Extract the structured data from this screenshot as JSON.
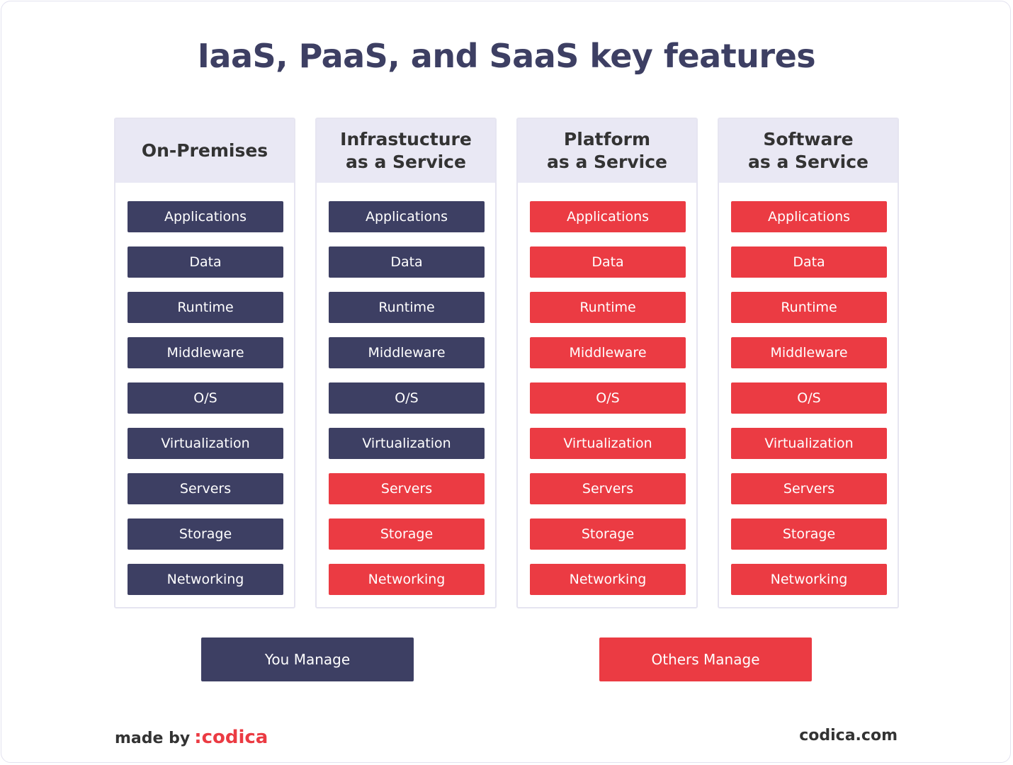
{
  "title": "IaaS, PaaS, and SaaS key features",
  "colors": {
    "you_manage": "#3d3f63",
    "others_manage": "#eb3b43"
  },
  "columns": [
    {
      "name": "On-Premises",
      "items": [
        {
          "label": "Applications",
          "managed_by": "you"
        },
        {
          "label": "Data",
          "managed_by": "you"
        },
        {
          "label": "Runtime",
          "managed_by": "you"
        },
        {
          "label": "Middleware",
          "managed_by": "you"
        },
        {
          "label": "O/S",
          "managed_by": "you"
        },
        {
          "label": "Virtualization",
          "managed_by": "you"
        },
        {
          "label": "Servers",
          "managed_by": "you"
        },
        {
          "label": "Storage",
          "managed_by": "you"
        },
        {
          "label": "Networking",
          "managed_by": "you"
        }
      ]
    },
    {
      "name": "Infrastucture\nas a Service",
      "items": [
        {
          "label": "Applications",
          "managed_by": "you"
        },
        {
          "label": "Data",
          "managed_by": "you"
        },
        {
          "label": "Runtime",
          "managed_by": "you"
        },
        {
          "label": "Middleware",
          "managed_by": "you"
        },
        {
          "label": "O/S",
          "managed_by": "you"
        },
        {
          "label": "Virtualization",
          "managed_by": "you"
        },
        {
          "label": "Servers",
          "managed_by": "others"
        },
        {
          "label": "Storage",
          "managed_by": "others"
        },
        {
          "label": "Networking",
          "managed_by": "others"
        }
      ]
    },
    {
      "name": "Platform\nas a Service",
      "items": [
        {
          "label": "Applications",
          "managed_by": "others"
        },
        {
          "label": "Data",
          "managed_by": "others"
        },
        {
          "label": "Runtime",
          "managed_by": "others"
        },
        {
          "label": "Middleware",
          "managed_by": "others"
        },
        {
          "label": "O/S",
          "managed_by": "others"
        },
        {
          "label": "Virtualization",
          "managed_by": "others"
        },
        {
          "label": "Servers",
          "managed_by": "others"
        },
        {
          "label": "Storage",
          "managed_by": "others"
        },
        {
          "label": "Networking",
          "managed_by": "others"
        }
      ]
    },
    {
      "name": "Software\nas a Service",
      "items": [
        {
          "label": "Applications",
          "managed_by": "others"
        },
        {
          "label": "Data",
          "managed_by": "others"
        },
        {
          "label": "Runtime",
          "managed_by": "others"
        },
        {
          "label": "Middleware",
          "managed_by": "others"
        },
        {
          "label": "O/S",
          "managed_by": "others"
        },
        {
          "label": "Virtualization",
          "managed_by": "others"
        },
        {
          "label": "Servers",
          "managed_by": "others"
        },
        {
          "label": "Storage",
          "managed_by": "others"
        },
        {
          "label": "Networking",
          "managed_by": "others"
        }
      ]
    }
  ],
  "legend": {
    "you": "You Manage",
    "others": "Others Manage"
  },
  "footer": {
    "made_by": "made by",
    "brand": ":codica",
    "site": "codica.com"
  }
}
